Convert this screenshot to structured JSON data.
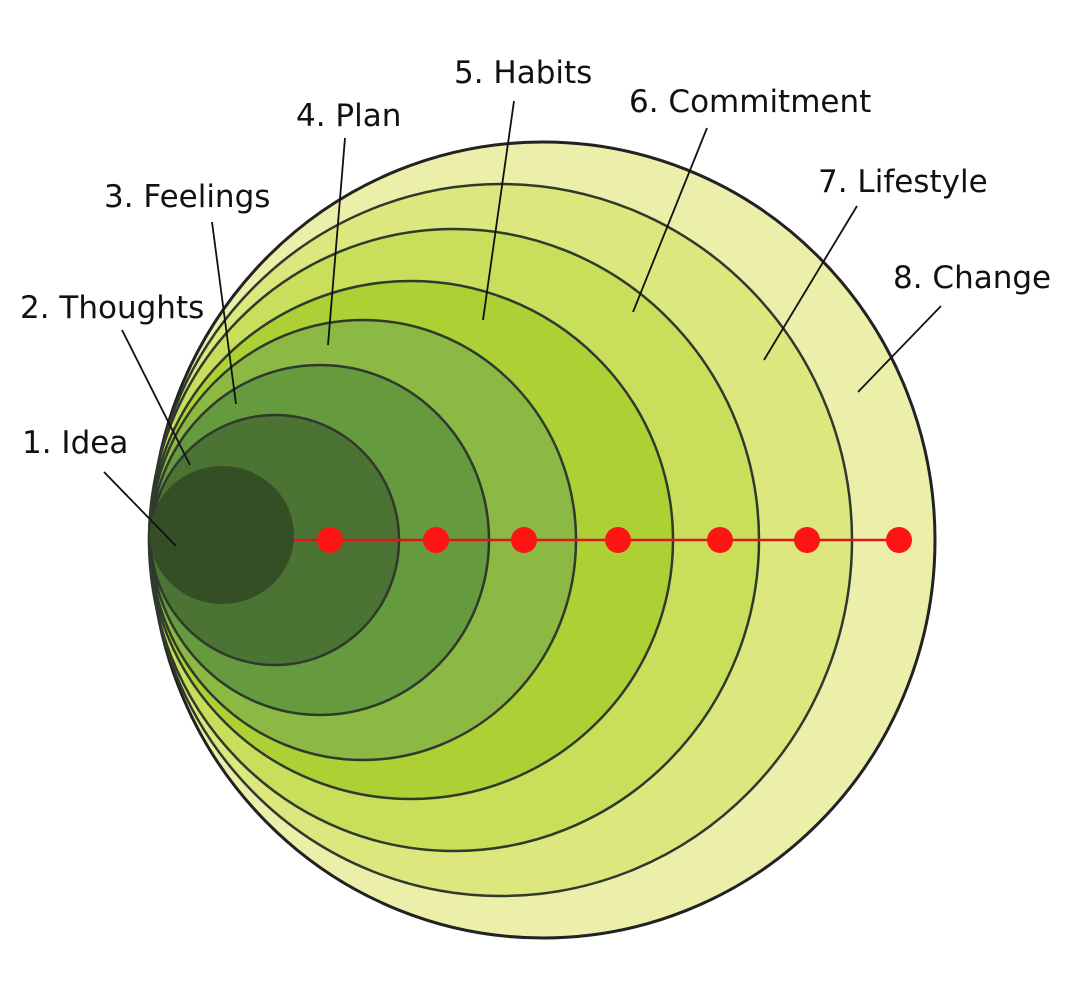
{
  "stages": [
    {
      "label": "1. Idea",
      "color": "#344f26"
    },
    {
      "label": "2. Thoughts",
      "color": "#4b7334"
    },
    {
      "label": "3. Feelings",
      "color": "#669a3f"
    },
    {
      "label": "4. Plan",
      "color": "#8bb943"
    },
    {
      "label": "5. Habits",
      "color": "#add034"
    },
    {
      "label": "6. Commitment",
      "color": "#c9de5b"
    },
    {
      "label": "7. Lifestyle",
      "color": "#dce87e"
    },
    {
      "label": "8. Change",
      "color": "#ecefaa"
    }
  ],
  "accent_color": "#ff1414"
}
